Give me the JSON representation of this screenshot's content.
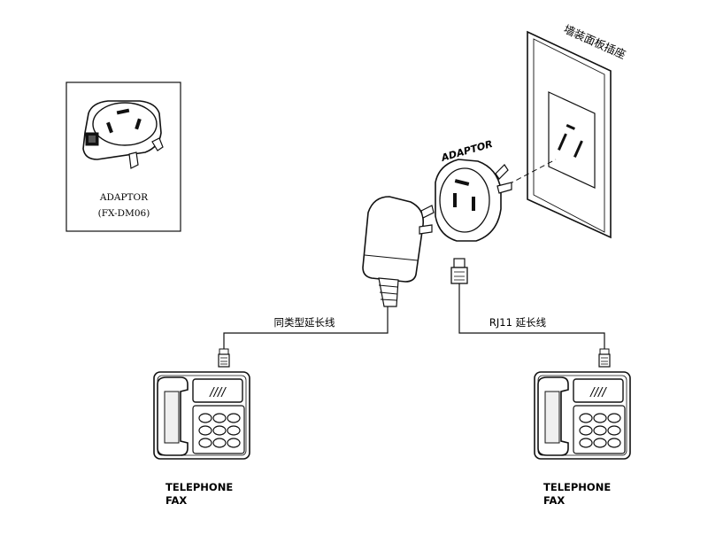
{
  "inset": {
    "name": "ADAPTOR",
    "model": "(FX-DM06)"
  },
  "wall_panel_label": "墙装面板插座",
  "adaptor_label": "ADAPTOR",
  "left_cable_label": "同类型延长线",
  "right_cable_label": "RJ11 延长线",
  "left_device": {
    "line1": "TELEPHONE",
    "line2": "FAX"
  },
  "right_device": {
    "line1": "TELEPHONE",
    "line2": "FAX"
  },
  "phone_handset_marks": "////"
}
